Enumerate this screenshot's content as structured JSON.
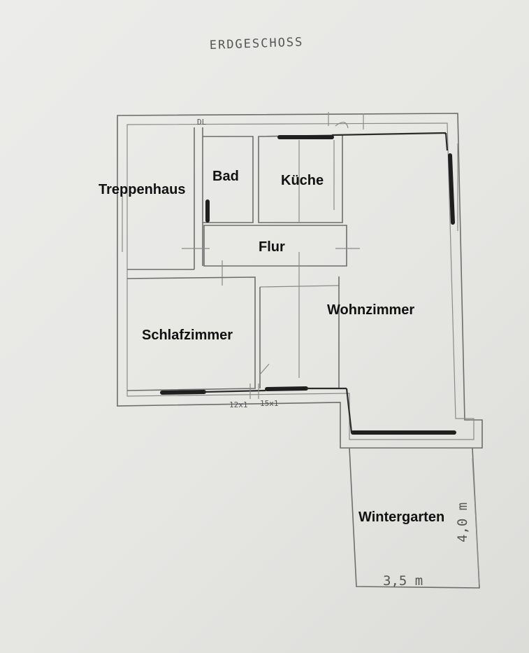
{
  "title": "ERDGESCHOSS",
  "rooms": {
    "treppenhaus": "Treppenhaus",
    "bad": "Bad",
    "kueche": "Küche",
    "flur": "Flur",
    "wohnzimmer": "Wohnzimmer",
    "schlafzimmer": "Schlafzimmer",
    "wintergarten": "Wintergarten"
  },
  "annotations": {
    "top_left_mark": "DL",
    "window_a": "12x1",
    "window_b": "15x1",
    "width_dim": "3,5 m",
    "height_dim": "4,0 m"
  }
}
